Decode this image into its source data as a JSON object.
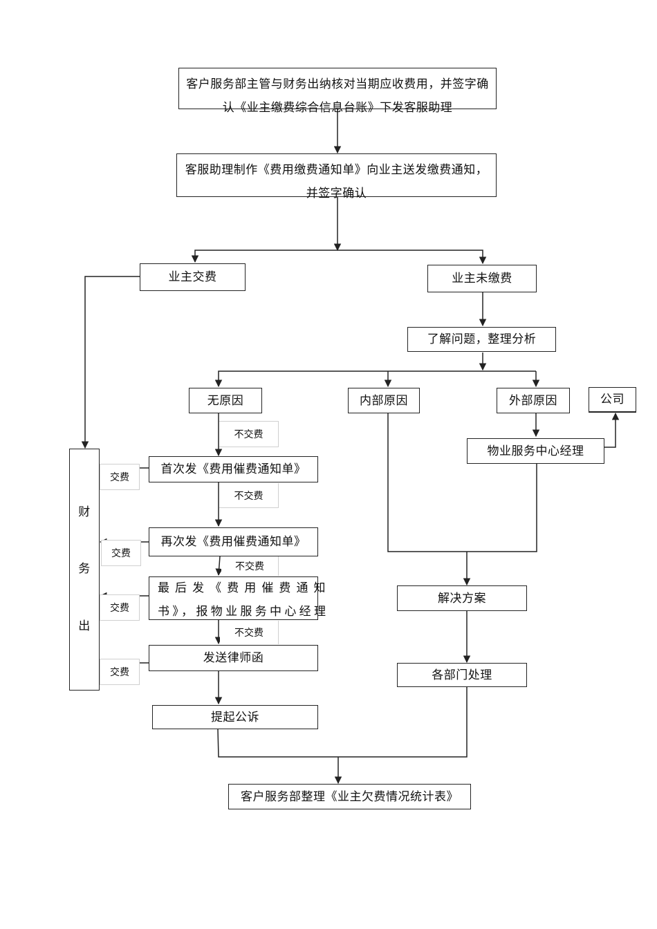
{
  "diagram": {
    "nodes": {
      "verify": "客户服务部主管与财务出纳核对当期应收费用，并签字确认《业主缴费综合信息台账》下发客服助理",
      "make_notice": "客服助理制作《费用缴费通知单》向业主送发缴费通知，并签字确认",
      "owner_paid": "业主交费",
      "owner_unpaid": "业主未缴费",
      "analyze": "了解问题，整理分析",
      "no_reason": "无原因",
      "internal_reason": "内部原因",
      "external_reason": "外部原因",
      "company": "公司",
      "center_manager": "物业服务中心经理",
      "first_notice": "首次发《费用催费通知单》",
      "second_notice": "再次发《费用催费通知单》",
      "final_notice_line1": "最后发《费用催费通知",
      "final_notice_line2": "书》，报物业服务中心经理",
      "lawyer_letter": "发送律师函",
      "lawsuit": "提起公诉",
      "solution": "解决方案",
      "dept_handle": "各部门处理",
      "finance": [
        "财",
        "务",
        "出"
      ],
      "summary": "客户服务部整理《业主欠费情况统计表》"
    },
    "edge_labels": {
      "not_paid": "不交费",
      "paid": "交费"
    },
    "colors": {
      "line": "#222222",
      "label_border": "#cfcfcf"
    }
  }
}
